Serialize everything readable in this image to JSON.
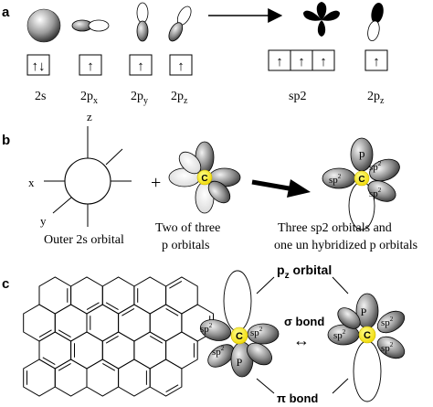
{
  "panels": {
    "a": {
      "letter": "a",
      "box_arrows": {
        "s2": "↑↓",
        "up": "↑"
      },
      "labels": {
        "s2": "2s",
        "px_main": "2p",
        "px_sub": "x",
        "py_main": "2p",
        "py_sub": "y",
        "pz_main": "2p",
        "pz_sub": "z",
        "sp2": "sp2",
        "pz2_main": "2p",
        "pz2_sub": "z"
      }
    },
    "b": {
      "letter": "b",
      "axis_x": "x",
      "axis_y": "y",
      "axis_z": "z",
      "plus": "+",
      "carbon": "C",
      "p_label": "p",
      "sp2_label": "sp",
      "sp2_sup": "2",
      "caption_left": "Outer 2s orbital",
      "caption_mid_1": "Two of three",
      "caption_mid_2": "p orbitals",
      "caption_right_1": "Three sp2 orbitals and",
      "caption_right_2": "one un hybridized p orbitals"
    },
    "c": {
      "letter": "c",
      "pz_title_main": "p",
      "pz_title_sub": "z",
      "pz_title_rest": " orbital",
      "carbon": "C",
      "P_label": "P",
      "sp2_label": "sp",
      "sp2_sup": "2",
      "sigma_label": "σ bond",
      "pi_label": "π bond",
      "double_arrow": "↔"
    }
  },
  "colors": {
    "carbon": "#ffee00",
    "lobe_dark": "#2a2a2a",
    "lobe_mid": "#9a9a9a",
    "line": "#000000"
  }
}
